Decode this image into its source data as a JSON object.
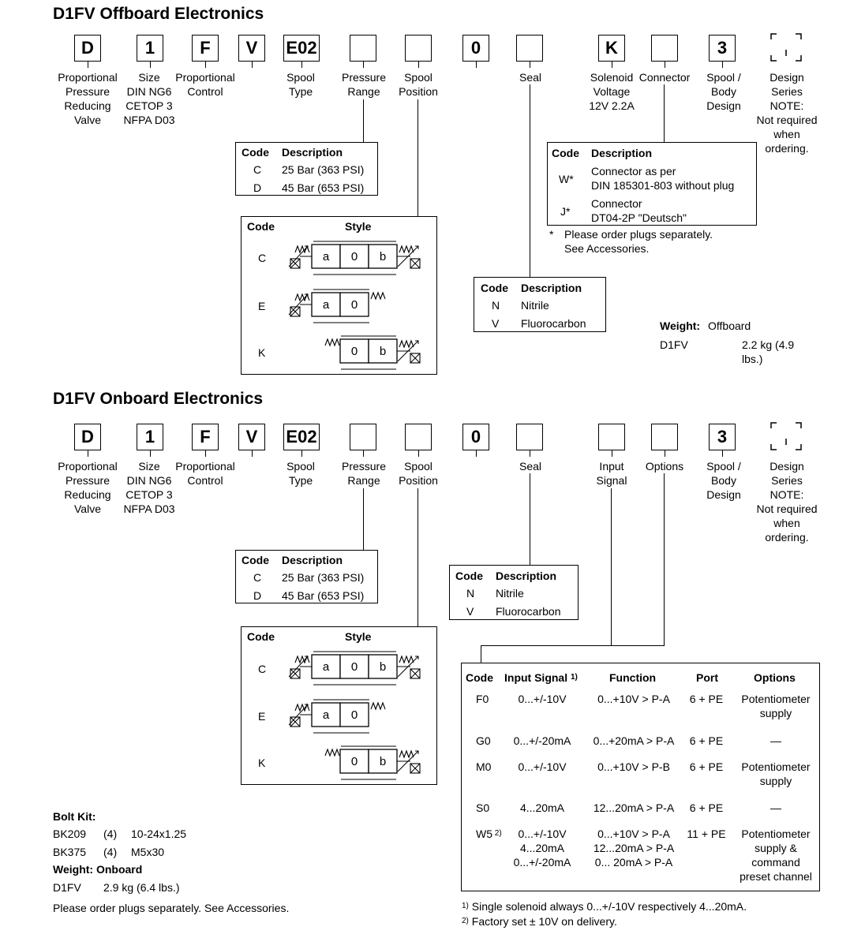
{
  "off": {
    "title": "D1FV Offboard Electronics",
    "boxes": [
      "D",
      "1",
      "F",
      "V",
      "E02",
      "",
      "",
      "0",
      "",
      "K",
      "",
      "3"
    ],
    "labels": {
      "prop": "Proportional\nPressure\nReducing\nValve",
      "size": "Size\nDIN NG6\nCETOP 3\nNFPA D03",
      "control": "Proportional\nControl",
      "spool_type": "Spool\nType",
      "pressure": "Pressure\nRange",
      "spool_pos": "Spool\nPosition",
      "seal": "Seal",
      "solenoid": "Solenoid\nVoltage\n12V 2.2A",
      "connector": "Connector",
      "body": "Spool /\nBody\nDesign",
      "design": "Design\nSeries\nNOTE:\nNot required\nwhen\nordering."
    },
    "pressure_table": {
      "h_code": "Code",
      "h_desc": "Description",
      "rows": [
        [
          "C",
          "25 Bar (363 PSI)"
        ],
        [
          "D",
          "45 Bar (653 PSI)"
        ]
      ]
    },
    "spool_table": {
      "h_code": "Code",
      "h_style": "Style",
      "rows": [
        "C",
        "E",
        "K"
      ]
    },
    "seal_table": {
      "h_code": "Code",
      "h_desc": "Description",
      "rows": [
        [
          "N",
          "Nitrile"
        ],
        [
          "V",
          "Fluorocarbon"
        ]
      ]
    },
    "connector_table": {
      "h_code": "Code",
      "h_desc": "Description",
      "rows": [
        [
          "W*",
          "Connector as per\nDIN 185301-803 without plug"
        ],
        [
          "J*",
          "Connector\nDT04-2P \"Deutsch\""
        ]
      ]
    },
    "connector_note_star": "*",
    "connector_note": "Please order plugs separately.\nSee Accessories.",
    "weight_label": "Weight:",
    "weight_type": "Offboard",
    "weight_model": "D1FV",
    "weight_value": "2.2 kg (4.9\nlbs.)"
  },
  "on": {
    "title": "D1FV Onboard Electronics",
    "boxes": [
      "D",
      "1",
      "F",
      "V",
      "E02",
      "",
      "",
      "0",
      "",
      "",
      "",
      "3"
    ],
    "labels": {
      "input": "Input\nSignal",
      "options": "Options"
    },
    "pressure_table": {
      "rows": [
        [
          "C",
          "25 Bar (363 PSI)"
        ],
        [
          "D",
          "45 Bar (653 PSI)"
        ]
      ]
    },
    "seal_table": {
      "rows": [
        [
          "N",
          "Nitrile"
        ],
        [
          "V",
          "Fluorocarbon"
        ]
      ]
    },
    "signal_table": {
      "headers": [
        "Code",
        "Input Signal",
        "Function",
        "Port",
        "Options"
      ],
      "header_sup": "1)",
      "rows": [
        {
          "code": "F0",
          "sup": "",
          "input": "0...+/-10V",
          "func": "0...+10V > P-A",
          "port": "6 + PE",
          "opt": "Potentiometer\nsupply"
        },
        {
          "code": "G0",
          "sup": "",
          "input": "0...+/-20mA",
          "func": "0...+20mA > P-A",
          "port": "6 + PE",
          "opt": "—"
        },
        {
          "code": "M0",
          "sup": "",
          "input": "0...+/-10V",
          "func": "0...+10V > P-B",
          "port": "6 + PE",
          "opt": "Potentiometer\nsupply"
        },
        {
          "code": "S0",
          "sup": "",
          "input": "4...20mA",
          "func": "12...20mA > P-A",
          "port": "6 + PE",
          "opt": "—"
        },
        {
          "code": "W5",
          "sup": "2)",
          "input": "0...+/-10V\n4...20mA\n0...+/-20mA",
          "func": "0...+10V > P-A\n12...20mA > P-A\n0... 20mA > P-A",
          "port": "11 + PE",
          "opt": "Potentiometer\nsupply &\ncommand\npreset channel"
        }
      ]
    },
    "footnote1_sup": "1)",
    "footnote1": "Single solenoid always 0...+/-10V respectively 4...20mA.",
    "footnote2_sup": "2)",
    "footnote2": "Factory set ± 10V on delivery."
  },
  "bolt": {
    "title": "Bolt Kit:",
    "rows": [
      [
        "BK209",
        "(4)",
        "10-24x1.25"
      ],
      [
        "BK375",
        "(4)",
        "M5x30"
      ]
    ],
    "weight_title": "Weight: Onboard",
    "weight_model": "D1FV",
    "weight_value": "2.9 kg (6.4 lbs.)",
    "note": "Please order plugs separately. See Accessories."
  }
}
